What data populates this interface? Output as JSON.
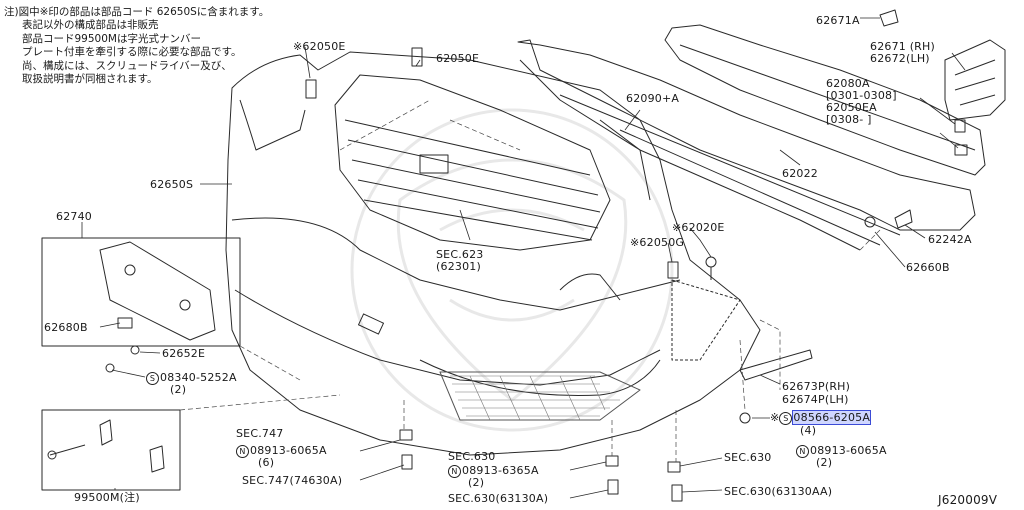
{
  "note": [
    "注)図中※印の部品は部品コード 62650Sに含まれます。",
    "表記以外の構成部品は非販売",
    "部品コード99500Mは字光式ナンバー",
    "プレート付車を牽引する際に必要な部品です。",
    "尚、構成には、スクリュードライバー及び、",
    "取扱説明書が同梱されます。"
  ],
  "labels": {
    "p62050E_a": "※62050E",
    "p62050E_b": "62050E",
    "p62090A": "62090+A",
    "p62671A": "62671A",
    "p62671": "62671 (RH)",
    "p62672": "62672(LH)",
    "p62080A": "62080A",
    "p62080A_range": "[0301-0308]",
    "p62050EA": "62050EA",
    "p62050EA_range": "[0308-    ]",
    "p62650S": "62650S",
    "p62022": "62022",
    "p62740": "62740",
    "p62680B": "62680B",
    "p62652E": "62652E",
    "p08340": "08340-5252A",
    "p08340_qty": "(2)",
    "sec623": "SEC.623",
    "sec623_sub": "(62301)",
    "p62020E": "※62020E",
    "p62050G": "※62050G",
    "p62242A": "62242A",
    "p62660B": "62660B",
    "p62673P": "62673P(RH)",
    "p62674P": "62674P(LH)",
    "p08566": "08566-6205A",
    "p08566_qty": "(4)",
    "sec747": "SEC.747",
    "p08913_6065A_l": "08913-6065A",
    "p08913_6065A_l_qty": "(6)",
    "sec747_sub": "SEC.747(74630A)",
    "sec630_mid": "SEC.630",
    "p08913_6365A": "08913-6365A",
    "p08913_6365A_qty": "(2)",
    "sec630_mid_sub": "SEC.630(63130A)",
    "sec630_r": "SEC.630",
    "p08913_6065A_r": "08913-6065A",
    "p08913_6065A_r_qty": "(2)",
    "sec630_r_sub": "SEC.630(63130AA)",
    "p99500M": "99500M(注)",
    "diagram_id": "J620009V"
  },
  "prefixes": {
    "star": "※",
    "s": "S",
    "n": "N"
  },
  "colors": {
    "line": "#2a2a2a",
    "highlight": "#cfd6ff",
    "highlight_border": "#3b4bd6",
    "watermark": "#e6e6e6"
  }
}
